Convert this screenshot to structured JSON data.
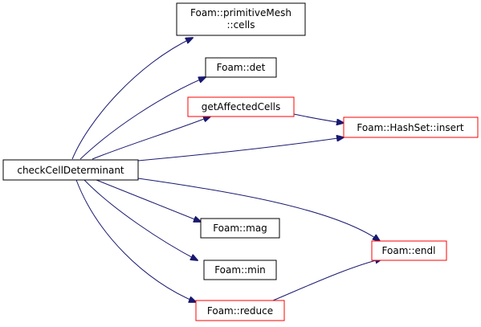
{
  "colors": {
    "root_fill": "#bfbfbf",
    "root_stroke": "#000000",
    "doc_stroke": "#000000",
    "nodoc_stroke": "#ff0000",
    "edge": "#191970"
  },
  "nodes": {
    "root": {
      "label": "checkCellDeterminant",
      "kind": "root"
    },
    "cells": {
      "label_line1": "Foam::primitiveMesh",
      "label_line2": "::cells",
      "kind": "documented"
    },
    "det": {
      "label": "Foam::det",
      "kind": "documented"
    },
    "getAffectedCells": {
      "label": "getAffectedCells",
      "kind": "incomplete"
    },
    "hashset_insert": {
      "label": "Foam::HashSet::insert",
      "kind": "incomplete"
    },
    "mag": {
      "label": "Foam::mag",
      "kind": "documented"
    },
    "endl": {
      "label": "Foam::endl",
      "kind": "incomplete"
    },
    "min": {
      "label": "Foam::min",
      "kind": "documented"
    },
    "reduce": {
      "label": "Foam::reduce",
      "kind": "incomplete"
    }
  },
  "edges": [
    {
      "from": "root",
      "to": "cells"
    },
    {
      "from": "root",
      "to": "det"
    },
    {
      "from": "root",
      "to": "getAffectedCells"
    },
    {
      "from": "root",
      "to": "hashset_insert"
    },
    {
      "from": "root",
      "to": "mag"
    },
    {
      "from": "root",
      "to": "endl"
    },
    {
      "from": "root",
      "to": "min"
    },
    {
      "from": "root",
      "to": "reduce"
    },
    {
      "from": "getAffectedCells",
      "to": "hashset_insert"
    },
    {
      "from": "reduce",
      "to": "endl"
    }
  ]
}
